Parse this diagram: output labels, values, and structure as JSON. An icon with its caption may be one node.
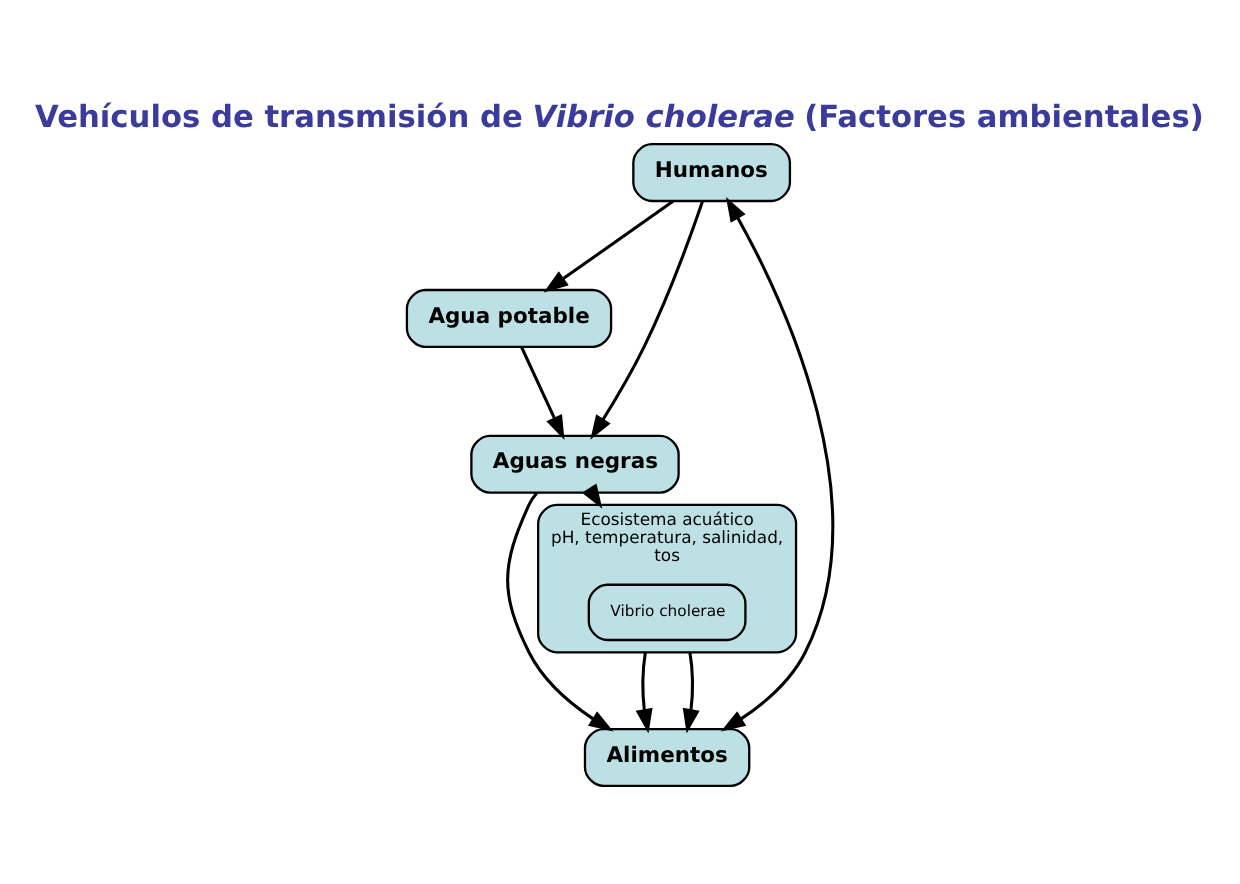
{
  "diagram": {
    "title": "Vehículos de transmisión de *Vibrio cholerae* (Factores ambientales)",
    "nodes": [
      {
        "text": [
          "Humanos"
        ]
      },
      {
        "text": [
          "Agua potable"
        ]
      },
      {
        "text": [
          "Aguas negras"
        ]
      },
      {
        "text": [
          "Alimentos"
        ]
      },
      {
        "text": [
          "Ecosistema acuático",
          "pH, temperatura, salinidad,",
          "tos"
        ]
      },
      {
        "text": [
          "Vibrio cholerae"
        ],
        "in": 4
      }
    ],
    "edges": [
      {
        "from": 0,
        "to": 1,
        "arrow": "to"
      },
      {
        "from": 0,
        "to": 2,
        "arrow": "to"
      },
      {
        "from": 0,
        "to": 3,
        "arrow": "both"
      },
      {
        "from": 1,
        "to": 2,
        "arrow": "to"
      },
      {
        "from": 2,
        "to": 4,
        "arrow": "to"
      },
      {
        "from": 4,
        "to": 3,
        "arrow": "to"
      },
      {
        "from": 4,
        "to": 3,
        "arrow": "to"
      },
      {
        "from": 2,
        "to": 3,
        "arrow": "to"
      }
    ]
  }
}
